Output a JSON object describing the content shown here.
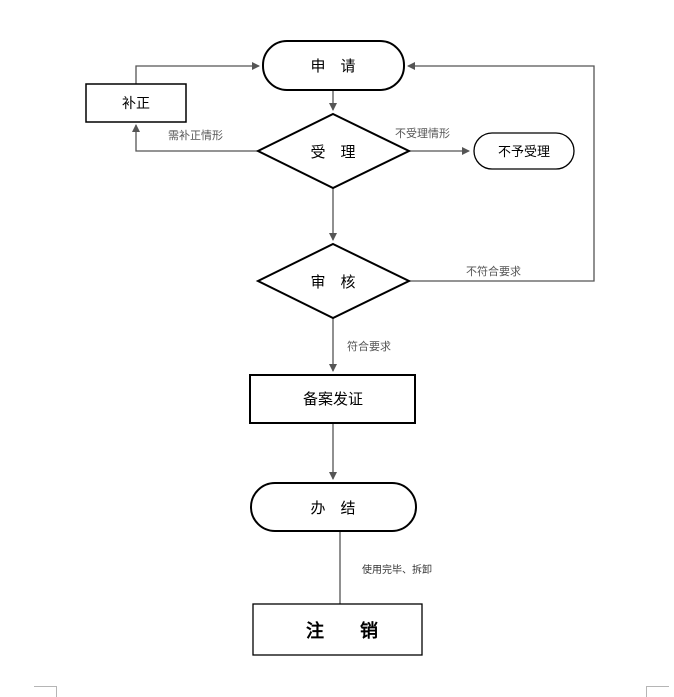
{
  "diagram": {
    "nodes": {
      "apply": "申　请",
      "accept": "受　理",
      "correct": "补正",
      "not_accept": "不予受理",
      "review": "审　核",
      "record": "备案发证",
      "complete": "办　结",
      "cancel": "注　　销"
    },
    "edge_labels": {
      "needs_correction": "需补正情形",
      "not_accepted": "不受理情形",
      "not_compliant": "不符合要求",
      "compliant": "符合要求",
      "after_use": "使用完毕、拆卸"
    }
  }
}
